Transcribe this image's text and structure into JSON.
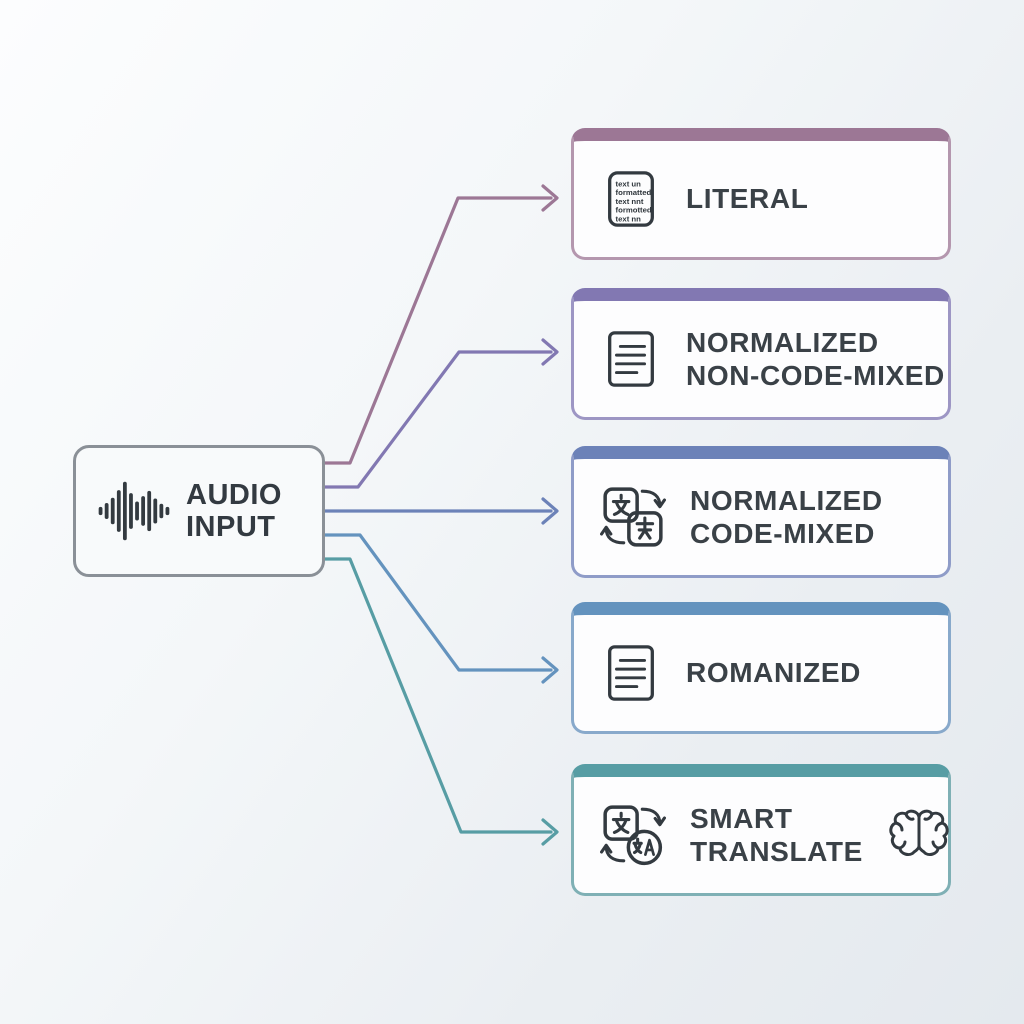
{
  "source_box": {
    "label_line1": "AUDIO",
    "label_line2": "INPUT",
    "icon": "audio-waveform-icon",
    "border_color": "#8a9097"
  },
  "output_boxes": [
    {
      "label_line1": "LITERAL",
      "label_line2": "",
      "icon": "unformatted-text-icon",
      "icon_text_lines": [
        "text un",
        "formatted",
        "text nnt",
        "formotted",
        "text nn"
      ],
      "accent_color": "#9c7795",
      "border_color": "#b497ae",
      "connector_color": "#9c7795"
    },
    {
      "label_line1": "NORMALIZED",
      "label_line2": "NON-CODE-MIXED",
      "icon": "document-lines-icon",
      "accent_color": "#8278b2",
      "border_color": "#9d96c4",
      "connector_color": "#8278b2"
    },
    {
      "label_line1": "NORMALIZED",
      "label_line2": "CODE-MIXED",
      "icon": "translate-icon",
      "accent_color": "#6c82b8",
      "border_color": "#8f9cc8",
      "connector_color": "#6c82b8"
    },
    {
      "label_line1": "ROMANIZED",
      "label_line2": "",
      "icon": "document-lines-icon",
      "accent_color": "#6493be",
      "border_color": "#88a9cb",
      "connector_color": "#6493be"
    },
    {
      "label_line1": "SMART",
      "label_line2": "TRANSLATE",
      "icon": "translate-circle-icon",
      "secondary_icon": "brain-icon",
      "accent_color": "#579da4",
      "border_color": "#7fb0b5",
      "connector_color": "#579da4"
    }
  ],
  "text_color": "#3a4147"
}
